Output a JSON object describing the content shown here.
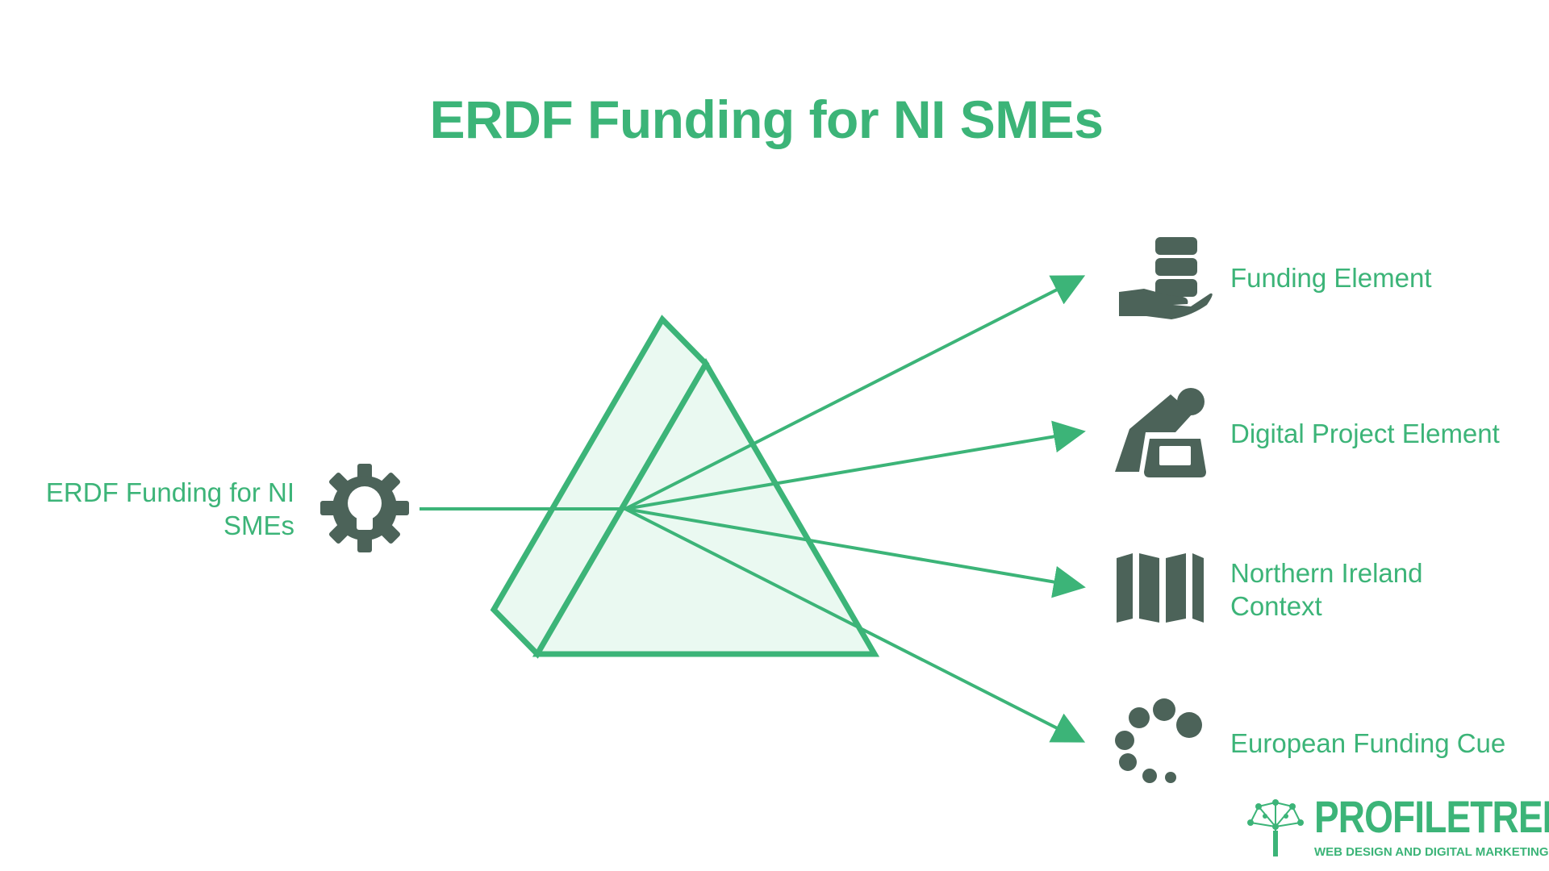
{
  "title": "ERDF Funding for NI SMEs",
  "input": {
    "label": "ERDF Funding for NI SMEs",
    "icon": "gear-lightbulb-icon"
  },
  "outputs": [
    {
      "label": "Funding Element",
      "icon": "hand-coins-icon"
    },
    {
      "label": "Digital Project Element",
      "icon": "laptop-pen-icon"
    },
    {
      "label": "Northern Ireland Context",
      "icon": "folded-map-icon"
    },
    {
      "label": "European Funding Cue",
      "icon": "dots-spinner-icon"
    }
  ],
  "logo": {
    "name": "PROFILETREE",
    "tagline": "WEB DESIGN AND DIGITAL MARKETING"
  },
  "colors": {
    "accent": "#3cb478",
    "prism_fill": "#eaf9f1",
    "icon": "#4c6359"
  }
}
